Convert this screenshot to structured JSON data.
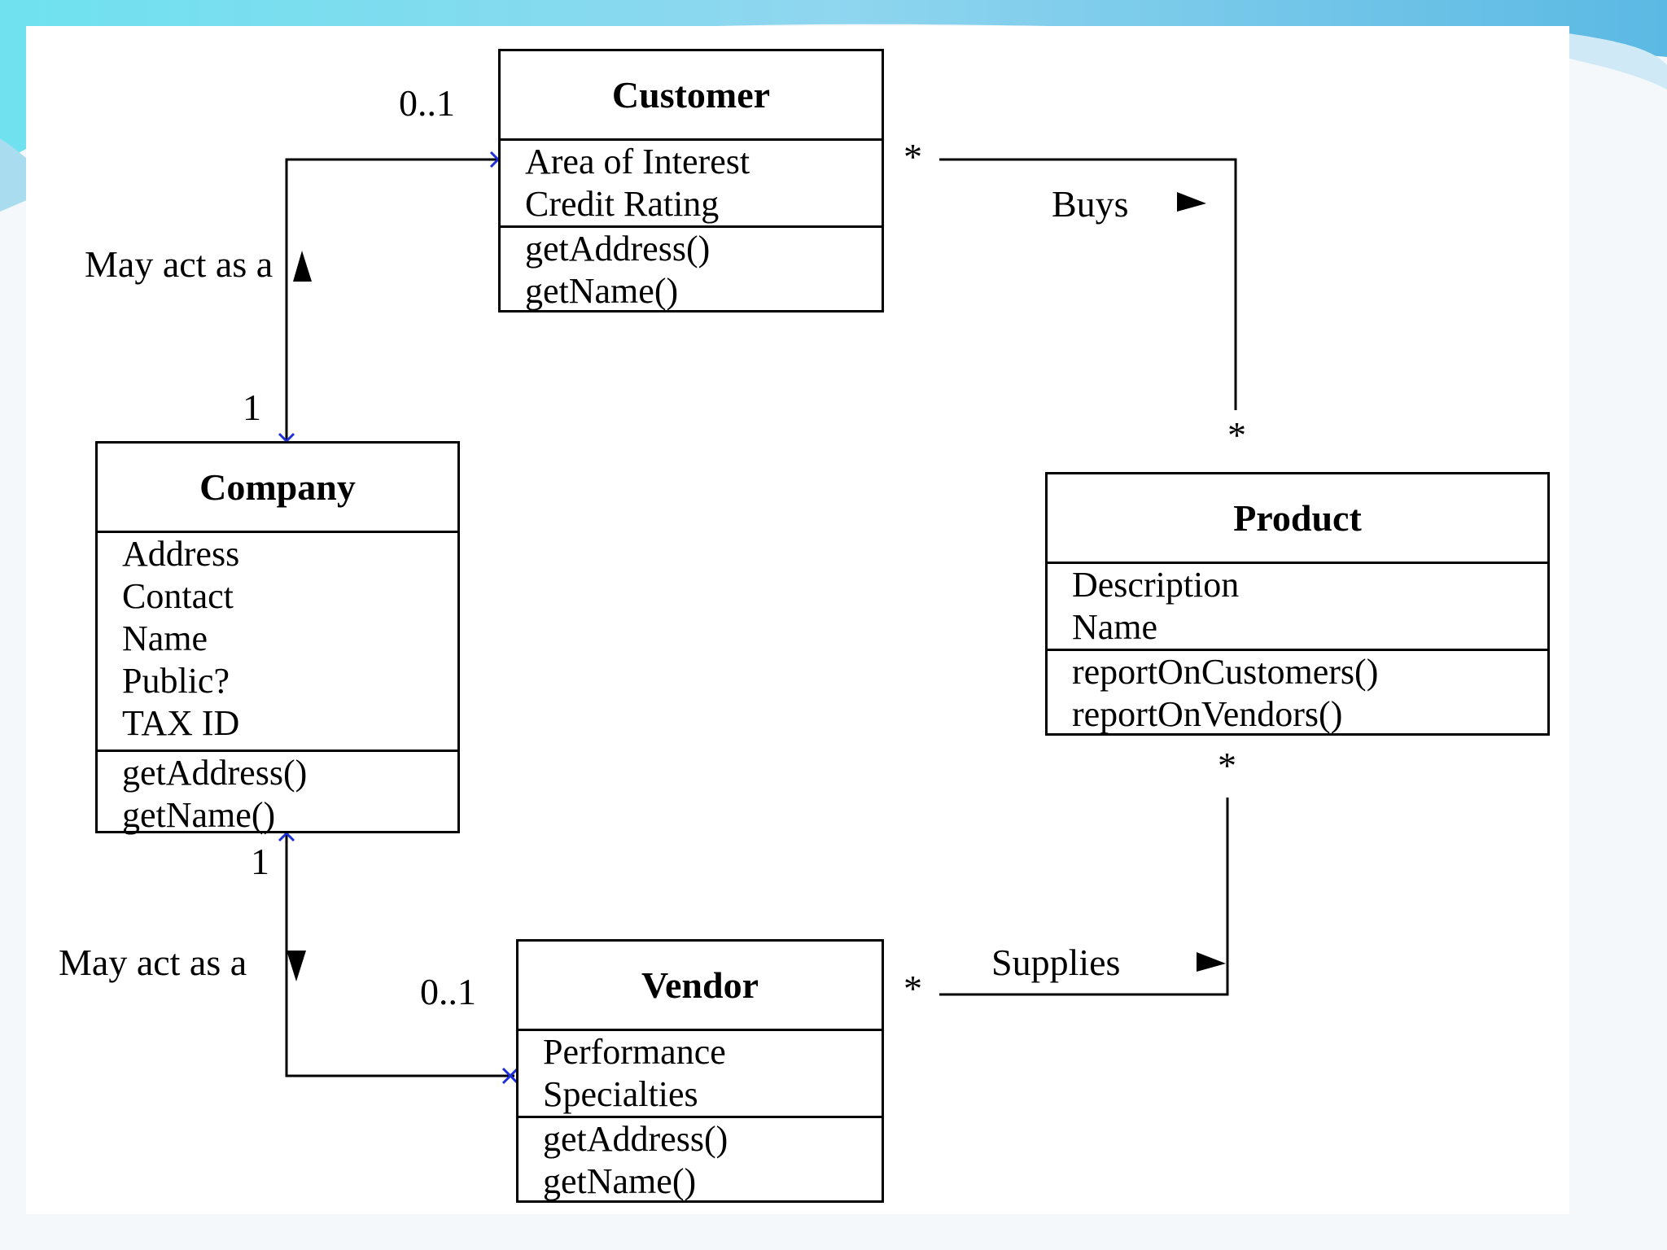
{
  "colors": {
    "line": "#000000",
    "connector_end_marker": "#1a2fd8",
    "slide_accent": "#4fc8e6"
  },
  "classes": {
    "customer": {
      "name": "Customer",
      "attributes": [
        "Area of Interest",
        "Credit Rating"
      ],
      "operations": [
        "getAddress()",
        "getName()"
      ]
    },
    "company": {
      "name": "Company",
      "attributes": [
        "Address",
        "Contact",
        "Name",
        "Public?",
        "TAX ID"
      ],
      "operations": [
        "getAddress()",
        "getName()"
      ]
    },
    "product": {
      "name": "Product",
      "attributes": [
        "Description",
        "Name"
      ],
      "operations": [
        "reportOnCustomers()",
        "reportOnVendors()"
      ]
    },
    "vendor": {
      "name": "Vendor",
      "attributes": [
        "Performance",
        "Specialties"
      ],
      "operations": [
        "getAddress()",
        "getName()"
      ]
    }
  },
  "associations": {
    "company_customer": {
      "label": "May act as a",
      "direction_icon": "arrow-up-icon",
      "multiplicity_company": "1",
      "multiplicity_customer": "0..1"
    },
    "customer_product": {
      "label": "Buys",
      "direction_icon": "arrow-right-icon",
      "multiplicity_customer": "*",
      "multiplicity_product": "*"
    },
    "company_vendor": {
      "label": "May act as a",
      "direction_icon": "arrow-down-icon",
      "multiplicity_company": "1",
      "multiplicity_vendor": "0..1"
    },
    "vendor_product": {
      "label": "Supplies",
      "direction_icon": "arrow-right-icon",
      "multiplicity_vendor": "*",
      "multiplicity_product": "*"
    }
  }
}
